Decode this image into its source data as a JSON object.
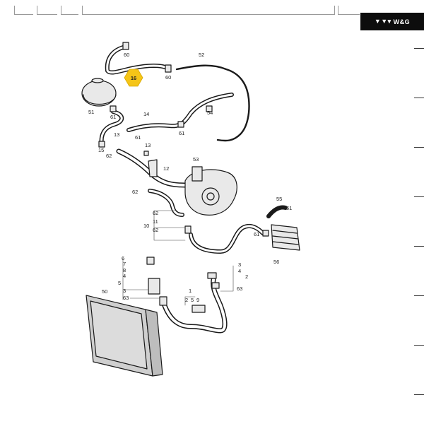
{
  "brand": {
    "logo_text": "W&G",
    "logo_mark": "▼▼▾"
  },
  "highlight": {
    "label": "16",
    "color": "#f5c518"
  },
  "part_labels": [
    "60",
    "60",
    "52",
    "51",
    "61",
    "14",
    "54",
    "13",
    "61",
    "61",
    "15",
    "62",
    "13",
    "12",
    "53",
    "62",
    "62",
    "11",
    "10",
    "62",
    "55",
    "61",
    "61",
    "56",
    "6",
    "7",
    "8",
    "4",
    "5",
    "3",
    "63",
    "4",
    "3",
    "2",
    "63",
    "1",
    "2",
    "5",
    "9",
    "50"
  ],
  "colors": {
    "line": "#1a1a1a",
    "hose": "#2b2b2b",
    "part_fill": "#e9e9e9",
    "radiator": "#cfcfcf"
  }
}
